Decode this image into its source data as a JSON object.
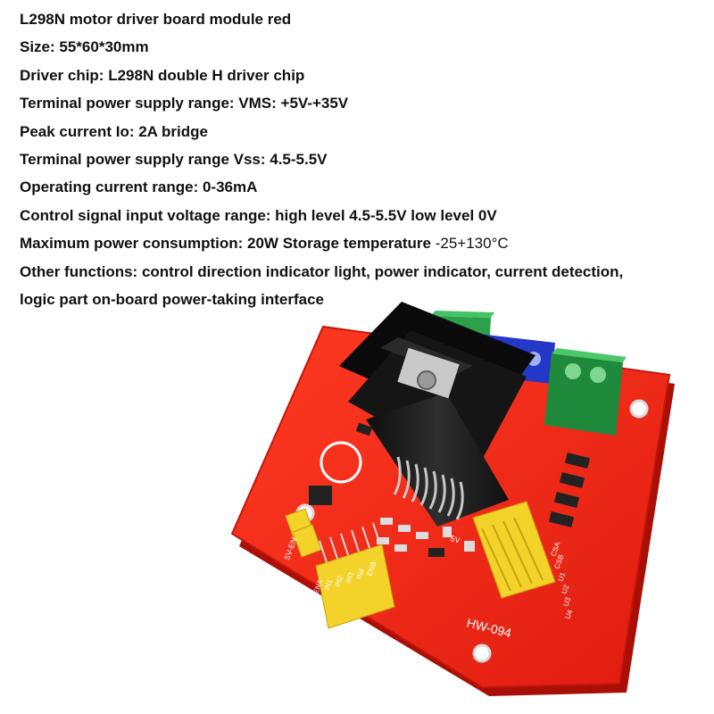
{
  "specs": {
    "title": "L298N motor driver board module red",
    "size": "Size: 55*60*30mm",
    "driver_chip": "Driver chip: L298N double H driver chip",
    "vms": "Terminal power supply range: VMS: +5V-+35V",
    "peak_current": "Peak current Io: 2A bridge",
    "vss": "Terminal power supply range Vss: 4.5-5.5V",
    "operating_current": "Operating current range: 0-36mA",
    "control_signal": "Control signal input voltage range: high level 4.5-5.5V low level 0V",
    "max_power_prefix": "Maximum power consumption: 20W Storage temperature ",
    "max_power_temp": "-25+130°C",
    "other_functions": "Other functions: control direction indicator light, power indicator, current detection,",
    "other_functions_cont": "logic part on-board power-taking interface"
  },
  "board": {
    "model": "HW-094",
    "label_5v": "5V",
    "label_5v_en": "5V-EN",
    "inputs": [
      "ENA",
      "IN1",
      "IN2",
      "IN3",
      "IN4",
      "ENB"
    ],
    "sense": [
      "CSA",
      "CSB",
      "U1",
      "U2",
      "U3",
      "U4"
    ]
  },
  "colors": {
    "pcb": "#f0271a",
    "pcb_edge": "#b81208",
    "heatsink": "#1c1c1c",
    "terminal_green": "#2aa14a",
    "terminal_blue": "#2438c8",
    "jumper_yellow": "#f3d22a",
    "text": "#111111"
  }
}
